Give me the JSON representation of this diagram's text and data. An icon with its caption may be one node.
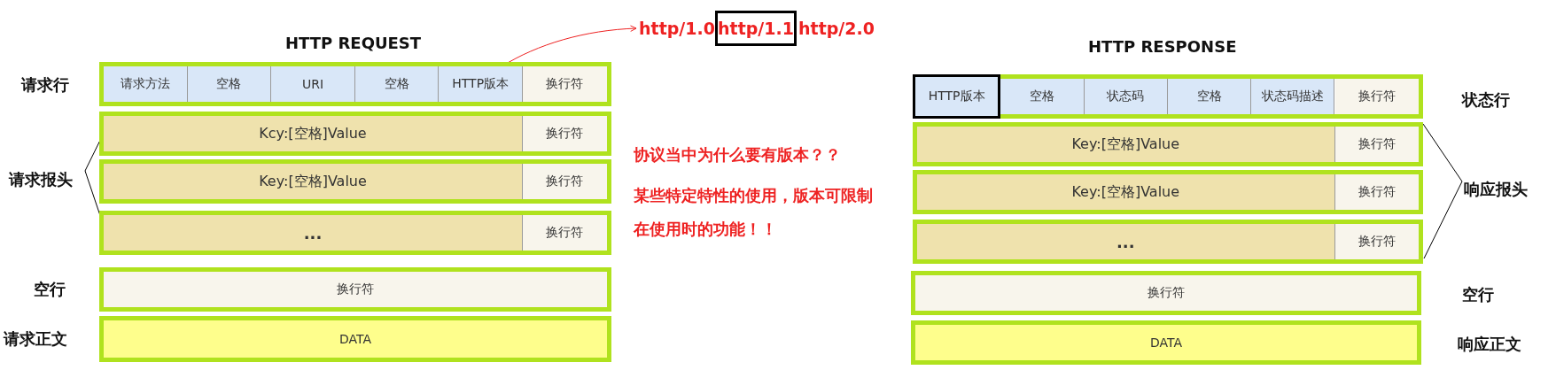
{
  "diagram": {
    "nodes": [
      {
        "text": [],
        "shape": "box"
      },
      {
        "text": [
          "请求方法"
        ],
        "in": 0
      },
      {
        "text": [
          "空格"
        ],
        "in": 0
      },
      {
        "text": [
          "URI"
        ],
        "in": 0
      },
      {
        "text": [
          "空格"
        ],
        "in": 0
      },
      {
        "text": [
          "HTTP版本"
        ],
        "in": 0
      },
      {
        "text": [
          "换行符"
        ],
        "in": 0
      },
      {
        "text": [],
        "shape": "box"
      },
      {
        "text": [
          "Kcy:[空格]Value"
        ],
        "in": 7
      },
      {
        "text": [
          "换行符"
        ],
        "in": 7
      },
      {
        "text": [],
        "shape": "box"
      },
      {
        "text": [
          "Key:[空格]Value"
        ],
        "in": 10
      },
      {
        "text": [
          "换行符"
        ],
        "in": 10
      },
      {
        "text": [],
        "shape": "box"
      },
      {
        "text": [
          "..."
        ],
        "in": 13
      },
      {
        "text": [
          "换行符"
        ],
        "in": 13
      },
      {
        "text": [
          "换行符"
        ]
      },
      {
        "text": [
          "DATA"
        ]
      },
      {
        "text": [
          "http/1.0"
        ]
      },
      {
        "text": [
          "http/1.1"
        ]
      },
      {
        "text": [
          "http/2.0"
        ]
      },
      {
        "text": [],
        "shape": "box"
      },
      {
        "text": [
          "HTTP版本"
        ],
        "in": 21
      },
      {
        "text": [
          "空格"
        ],
        "in": 21
      },
      {
        "text": [
          "状态码"
        ],
        "in": 21
      },
      {
        "text": [
          "空格"
        ],
        "in": 21
      },
      {
        "text": [
          "状态码描述"
        ],
        "in": 21
      },
      {
        "text": [
          "换行符"
        ],
        "in": 21
      },
      {
        "text": [],
        "shape": "box"
      },
      {
        "text": [
          "Key:[空格]Value"
        ],
        "in": 28
      },
      {
        "text": [
          "换行符"
        ],
        "in": 28
      },
      {
        "text": [],
        "shape": "box"
      },
      {
        "text": [
          "Key:[空格]Value"
        ],
        "in": 31
      },
      {
        "text": [
          "换行符"
        ],
        "in": 31
      },
      {
        "text": [],
        "shape": "box"
      },
      {
        "text": [
          "..."
        ],
        "in": 34
      },
      {
        "text": [
          "换行符"
        ],
        "in": 34
      },
      {
        "text": [
          "换行符"
        ]
      },
      {
        "text": [
          "DATA"
        ]
      }
    ],
    "edges": [
      {
        "from": 5,
        "to": 18,
        "arrow": "to",
        "color": "#ee2222"
      }
    ],
    "labels": [
      "HTTP  REQUEST",
      "请求行",
      "请求报头",
      "空行",
      "请求正文",
      "协议当中为什么要有版本？？",
      "某些特定特性的使用，版本可限制在使用时的功能！！",
      "HTTP RESPONSE",
      "状态行",
      "响应报头",
      "空行",
      "响应正文"
    ]
  }
}
